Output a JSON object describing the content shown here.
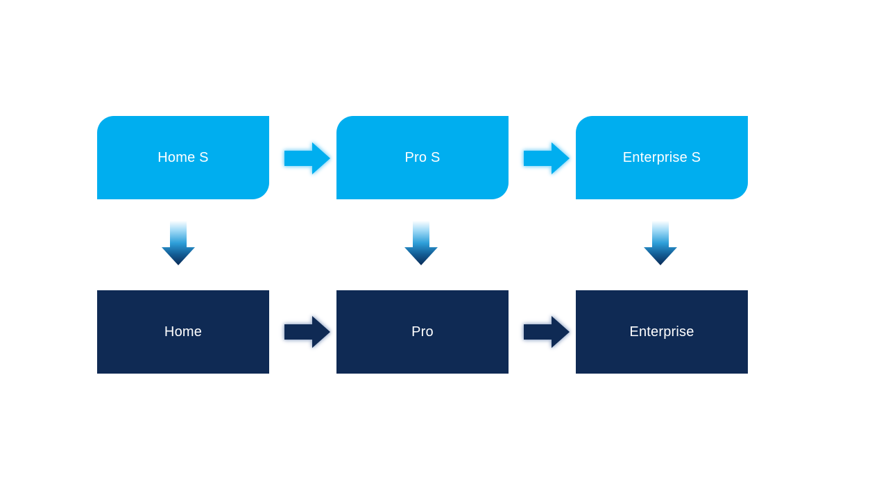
{
  "colors": {
    "cyan": "#00AEEF",
    "navy": "#0F2A54",
    "text": "#FFFFFF",
    "cyan_glow": "#8ED9F8",
    "navy_glow": "#A9B8D2",
    "down_gradient_0": "#FDFEFF",
    "down_gradient_1": "#9FD9F6",
    "down_gradient_2": "#2E9FD9",
    "down_gradient_3": "#146099",
    "down_gradient_4": "#0A2A55"
  },
  "top_row": [
    {
      "label": "Home S"
    },
    {
      "label": "Pro S"
    },
    {
      "label": "Enterprise S"
    }
  ],
  "bottom_row": [
    {
      "label": "Home"
    },
    {
      "label": "Pro"
    },
    {
      "label": "Enterprise"
    }
  ]
}
